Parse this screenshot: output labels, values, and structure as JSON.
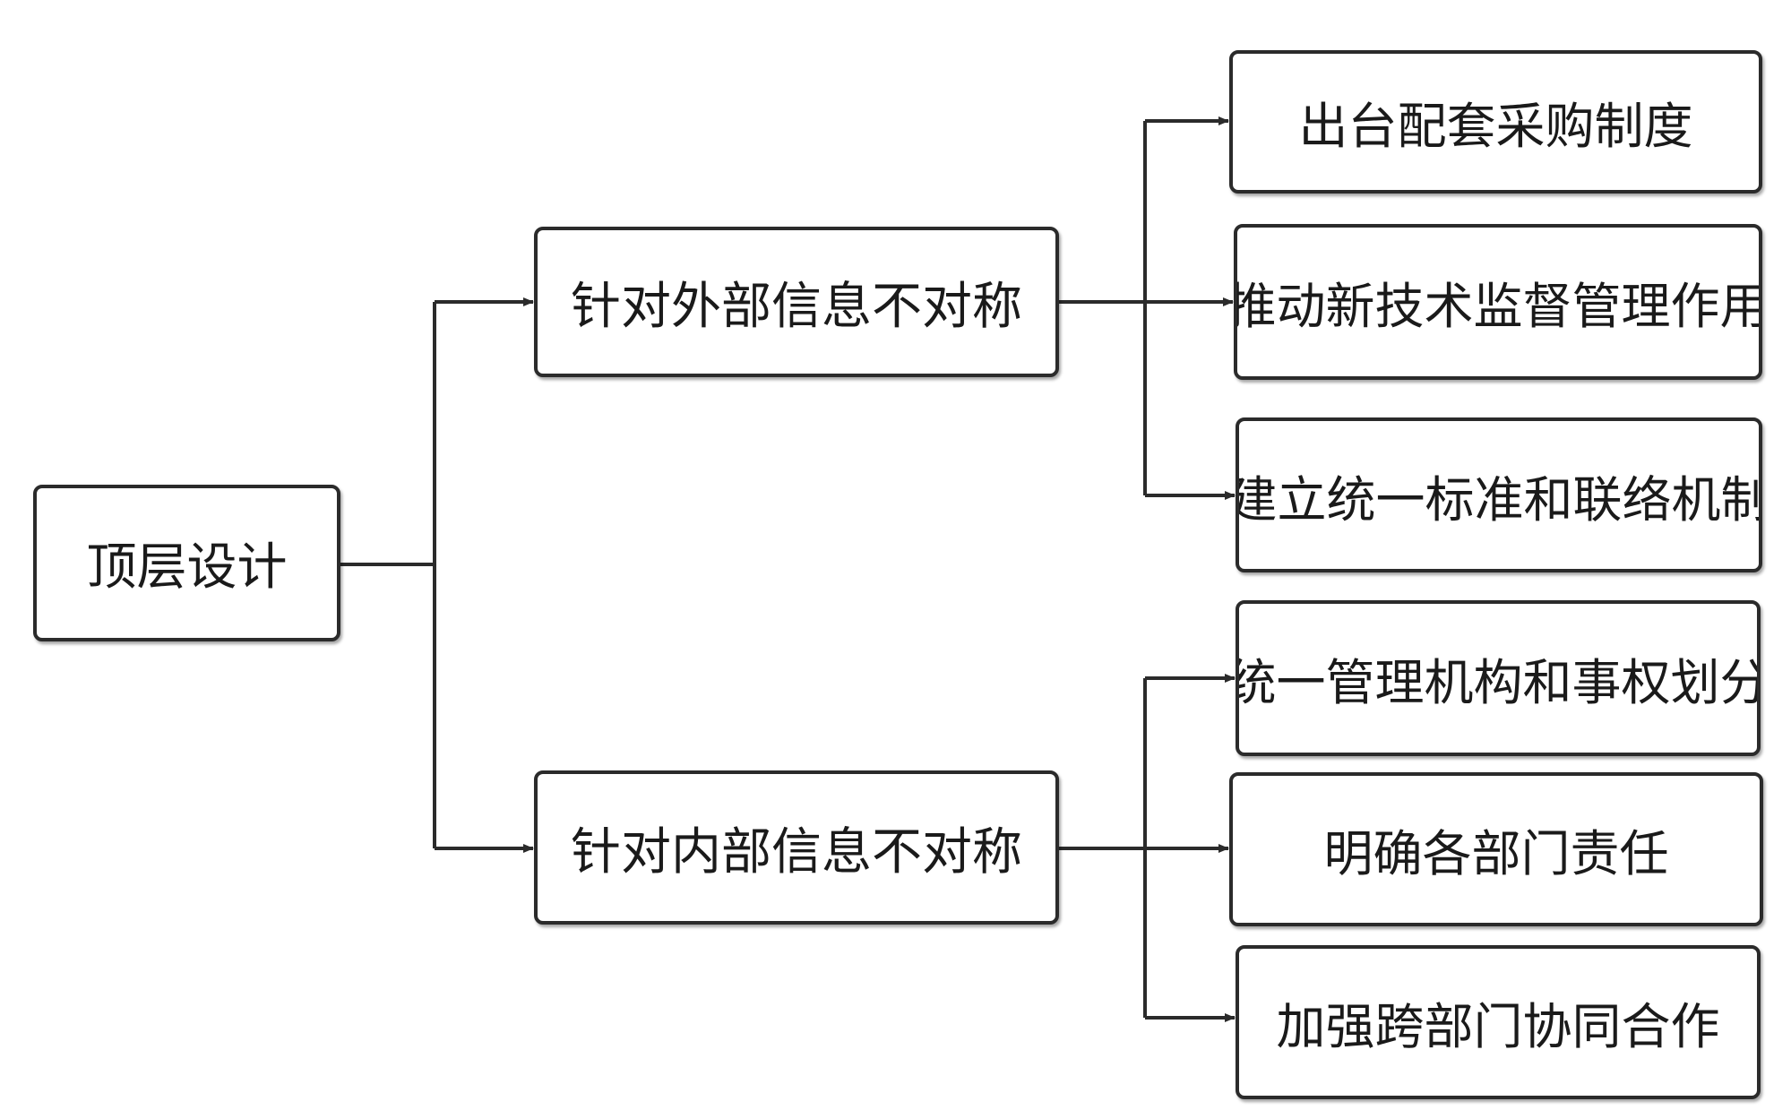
{
  "root": {
    "label": "顶层设计"
  },
  "branches": [
    {
      "label": "针对外部信息不对称",
      "leaves": [
        "出台配套采购制度",
        "推动新技术监督管理作用",
        "建立统一标准和联络机制"
      ]
    },
    {
      "label": "针对内部信息不对称",
      "leaves": [
        "统一管理机构和事权划分",
        "明确各部门责任",
        "加强跨部门协同合作"
      ]
    }
  ],
  "colors": {
    "line": "#2b2b2b",
    "border": "#2b2b2b",
    "text": "#1a1a1a",
    "background": "#ffffff"
  }
}
